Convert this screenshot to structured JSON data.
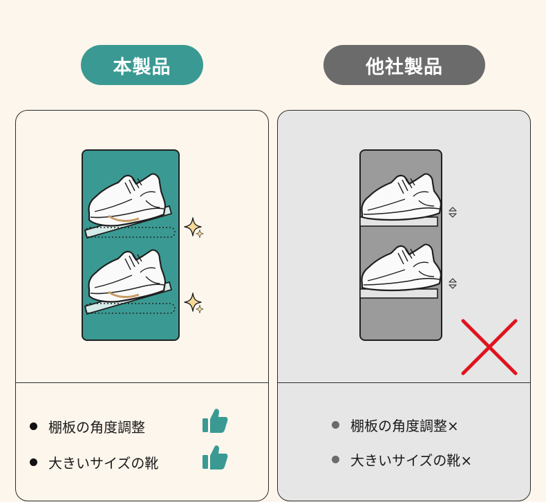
{
  "labels": {
    "ours": "本製品",
    "other": "他社製品"
  },
  "left_panel": {
    "features": [
      "棚板の角度調整",
      "大きいサイズの靴"
    ],
    "icons": [
      "shoe-icon",
      "sparkle-icon",
      "thumbs-up-icon"
    ]
  },
  "right_panel": {
    "features": [
      "棚板の角度調整×",
      "大きいサイズの靴×"
    ],
    "icons": [
      "shoe-icon",
      "adjust-arrows-icon",
      "cross-icon"
    ]
  },
  "colors": {
    "teal": "#3a9a93",
    "gray": "#6b6b6b",
    "background": "#fdf6ec",
    "cross": "#e0141e",
    "sparkle": "#f0c060"
  }
}
